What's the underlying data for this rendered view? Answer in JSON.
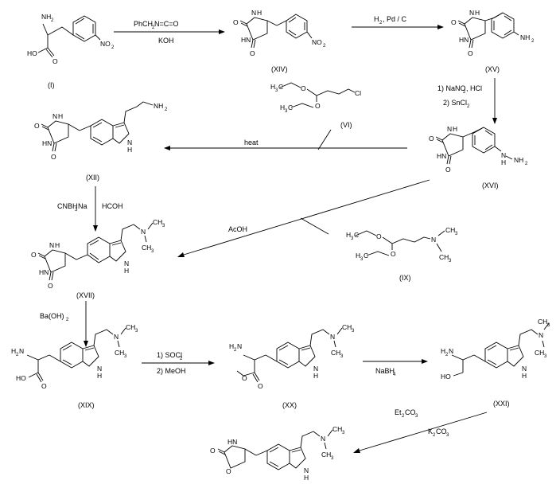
{
  "title": "Synthesis scheme from 4-nitrophenylalanine to oxazolidinone tryptamine",
  "compounds": {
    "c1": {
      "id": "(I)",
      "atoms": {
        "nh2": "NH",
        "nh2_sub": "2",
        "oh": "HO",
        "o": "O",
        "no2": "NO",
        "no2_sub": "2"
      }
    },
    "c14": {
      "id": "(XIV)",
      "atoms": {
        "o1": "O",
        "nh": "N",
        "h1": "H",
        "hn": "HN",
        "o2": "O",
        "no2": "NO",
        "no2_sub": "2"
      }
    },
    "c15": {
      "id": "(XV)",
      "atoms": {
        "o1": "O",
        "nh": "N",
        "h1": "H",
        "hn": "HN",
        "o2": "O",
        "nh2": "NH",
        "nh2_sub": "2"
      }
    },
    "c16": {
      "id": "(XVI)",
      "atoms": {
        "o1": "O",
        "nh": "N",
        "h1": "H",
        "hn": "HN",
        "o2": "O",
        "nhnh2": "N",
        "h_a": "H",
        "nh2_b": "NH",
        "nh2_sub": "2"
      }
    },
    "c6": {
      "id": "(VI)",
      "atoms": {
        "h3c_a": "H",
        "c3_a": "3",
        "c_a": "C",
        "o_a": "O",
        "o_b": "O",
        "h3c_b": "H",
        "c3_b": "3",
        "c_b": "C",
        "cl": "Cl"
      }
    },
    "c9": {
      "id": "(IX)",
      "atoms": {
        "h3c_a": "H",
        "c3_a": "3",
        "c_a": "C",
        "o_a": "O",
        "o_b": "O",
        "h3c_b": "H",
        "c3_b": "3",
        "c_b": "C",
        "n": "N",
        "ch3_a": "CH",
        "ch3_a_sub": "3",
        "ch3_b": "CH",
        "ch3_b_sub": "3"
      }
    },
    "c12": {
      "id": "(XII)",
      "atoms": {
        "o1": "O",
        "nh": "N",
        "h1": "H",
        "hn": "HN",
        "o2": "O",
        "nh2": "NH",
        "nh2_sub": "2",
        "nh_ind": "N",
        "h_ind": "H"
      }
    },
    "c17": {
      "id": "(XVII)",
      "atoms": {
        "o1": "O",
        "nh": "N",
        "h1": "H",
        "hn": "HN",
        "o2": "O",
        "n": "N",
        "ch3_a": "CH",
        "ch3_a_sub": "3",
        "ch3_b": "CH",
        "ch3_b_sub": "3",
        "nh_ind": "N",
        "h_ind": "H"
      }
    },
    "c19": {
      "id": "(XIX)",
      "atoms": {
        "nh2": "H",
        "nh2_n": "N",
        "nh2_sub": "2",
        "oh": "HO",
        "o": "O",
        "n": "N",
        "ch3_a": "CH",
        "ch3_a_sub": "3",
        "ch3_b": "CH",
        "ch3_b_sub": "3",
        "nh_ind": "N",
        "h_ind": "H"
      }
    },
    "c20": {
      "id": "(XX)",
      "atoms": {
        "nh2": "H",
        "nh2_n": "N",
        "nh2_sub": "2",
        "o_me": "O",
        "o": "O",
        "n": "N",
        "ch3_a": "CH",
        "ch3_a_sub": "3",
        "ch3_b": "CH",
        "ch3_b_sub": "3",
        "nh_ind": "N",
        "h_ind": "H"
      }
    },
    "c21": {
      "id": "(XXI)",
      "atoms": {
        "nh2": "H",
        "nh2_n": "N",
        "nh2_sub": "2",
        "ho": "HO",
        "n": "N",
        "ch3_a": "CH",
        "ch3_a_sub": "3",
        "ch3_b": "CH",
        "ch3_b_sub": "3",
        "nh_ind": "N",
        "h_ind": "H"
      }
    },
    "product": {
      "atoms": {
        "o1": "O",
        "o_ring": "O",
        "hn": "HN",
        "n": "N",
        "ch3_a": "CH",
        "ch3_a_sub": "3",
        "ch3_b": "CH",
        "ch3_b_sub": "3",
        "nh_ind": "N",
        "h_ind": "H"
      }
    }
  },
  "reagents": {
    "r1": {
      "text": "PhCH",
      "sub": "2",
      "text2": "N=C=O",
      "line2": "KOH"
    },
    "r2": {
      "text": "H",
      "sub": "2",
      "text2": ", Pd / C"
    },
    "r3": {
      "line1": "1) NaNO",
      "line1_sub": "2",
      "line1b": ", HCl",
      "line2": "2) SnCl",
      "line2_sub": "2"
    },
    "r4": {
      "text": "heat"
    },
    "r5": {
      "text": "CNBH",
      "sub": "3",
      "text2": "Na",
      "text3": "HCOH"
    },
    "r6": {
      "text": "AcOH"
    },
    "r7": {
      "text": "Ba(OH)",
      "sub": "2"
    },
    "r8": {
      "line1": "1) SOCl",
      "line1_sub": "2",
      "line2": "2) MeOH"
    },
    "r9": {
      "text": "NaBH",
      "sub": "4"
    },
    "r10": {
      "line1": "Et",
      "line1_sub": "2",
      "line1b": "CO",
      "line1_sub2": "3",
      "line2": "K",
      "line2_sub": "2",
      "line2b": "CO",
      "line2_sub2": "3"
    }
  }
}
